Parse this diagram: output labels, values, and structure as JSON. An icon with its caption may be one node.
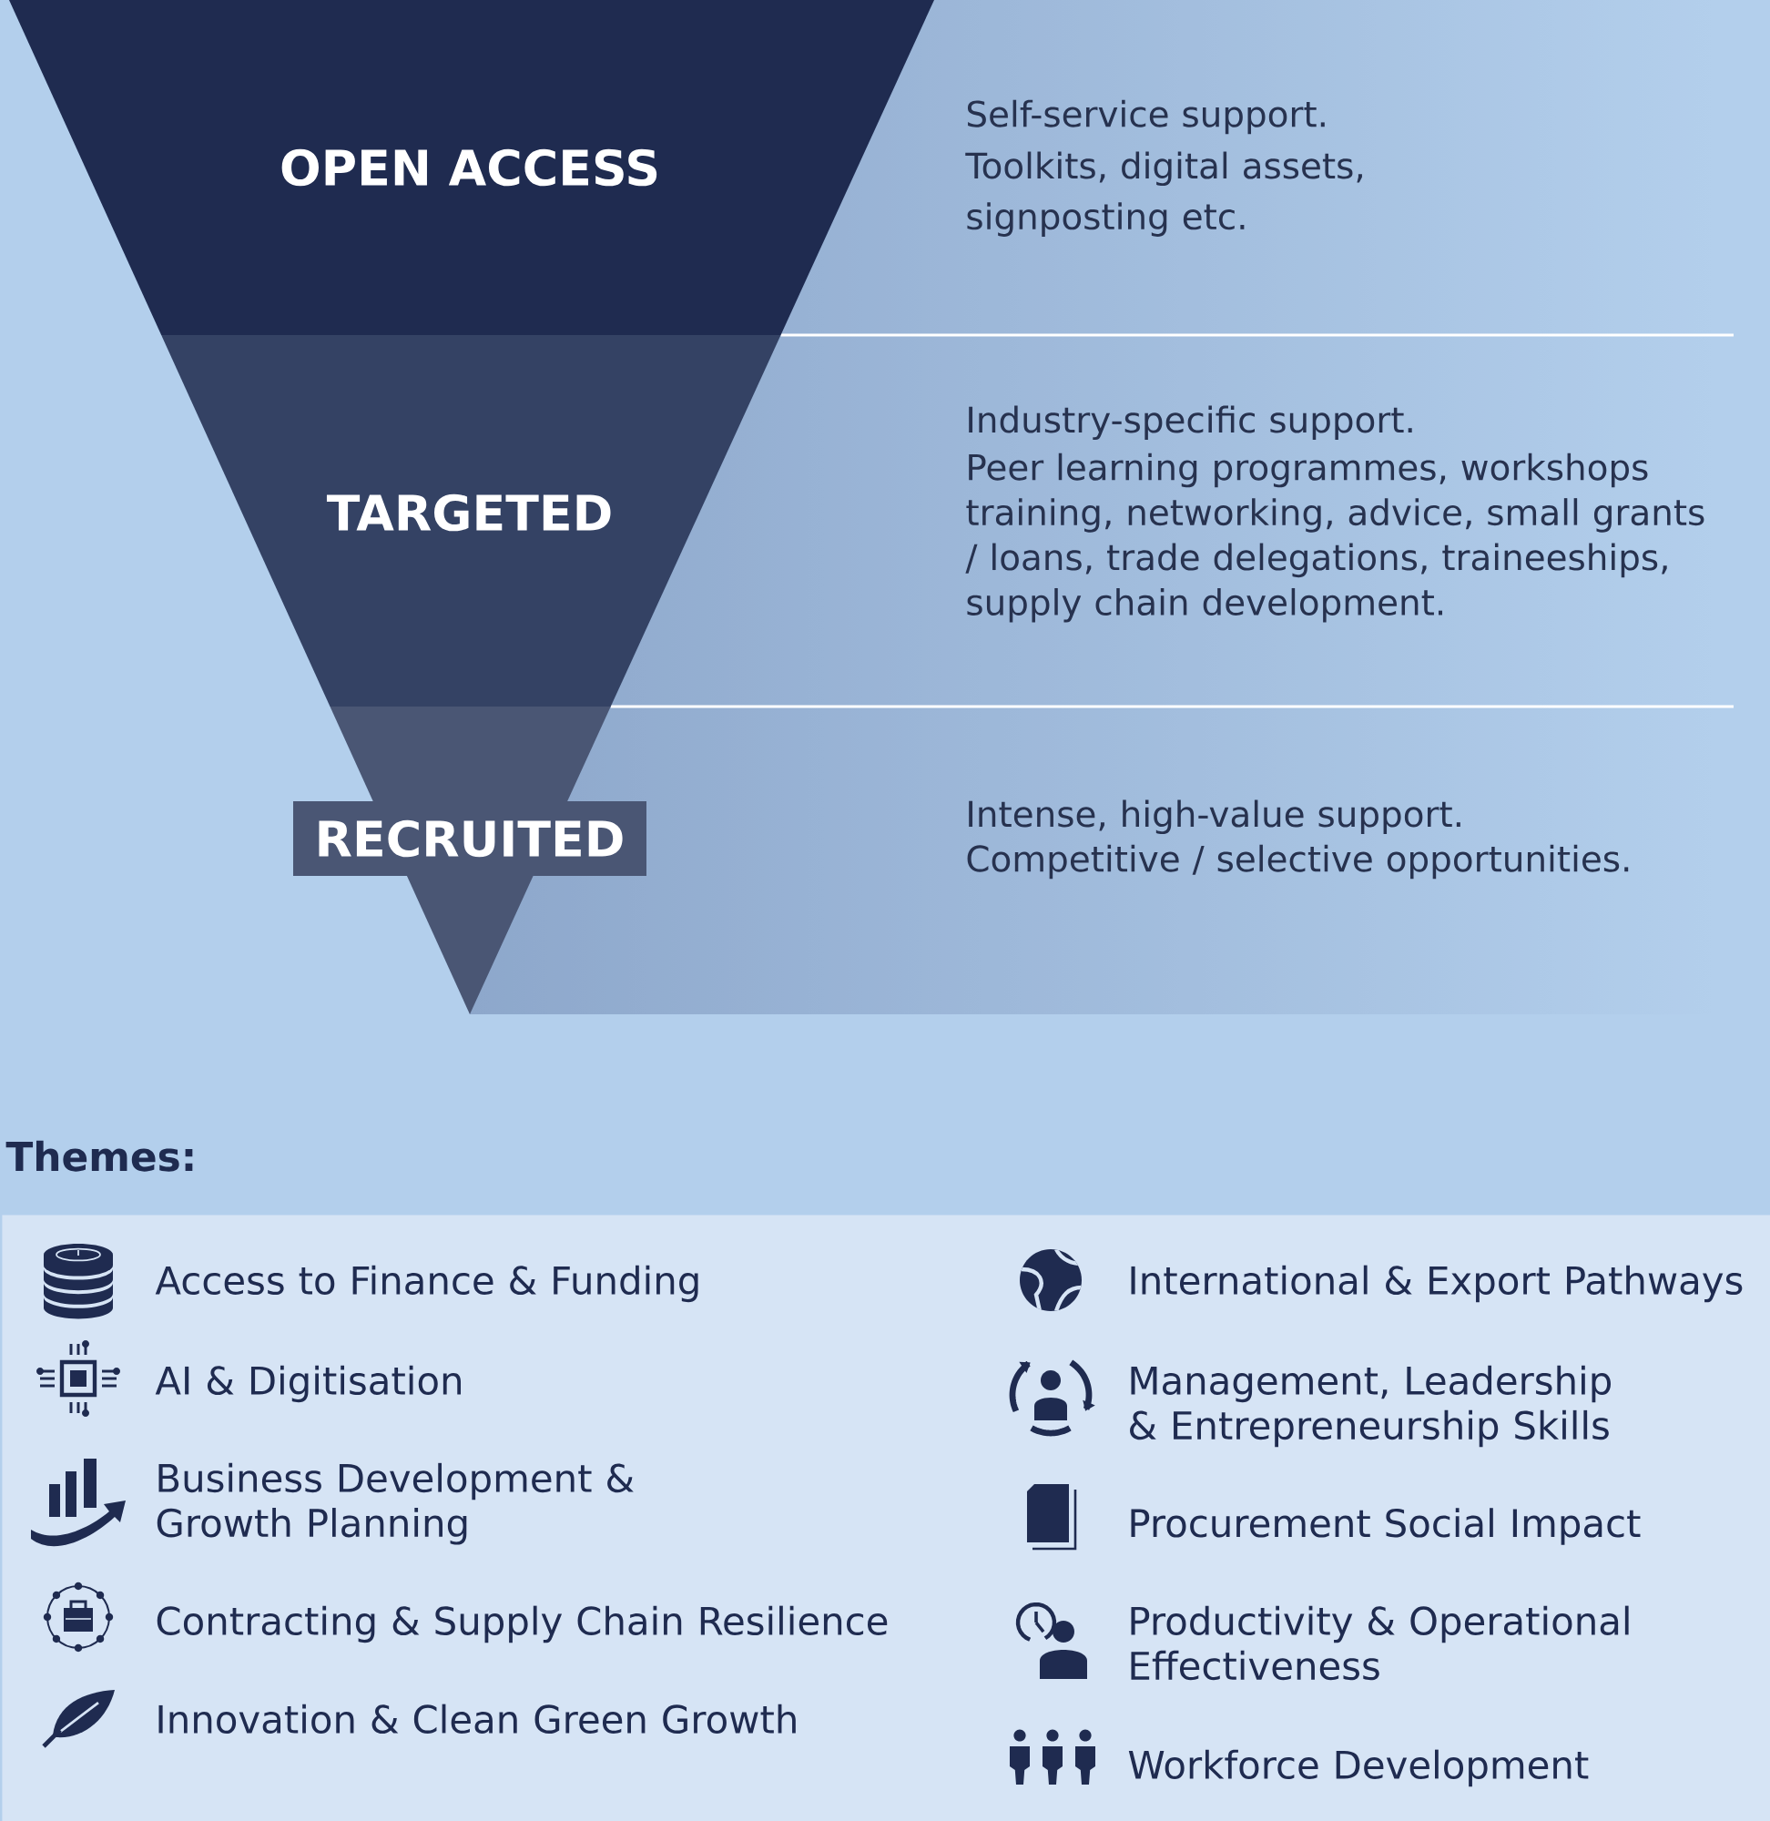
{
  "diagram": {
    "nodes": [
      {
        "text": [
          "OPEN ACCESS"
        ],
        "beside": [
          "Self-service support.",
          "Toolkits, digital assets, signposting etc."
        ]
      },
      {
        "text": [
          "TARGETED"
        ],
        "beside": [
          "Industry-specific support.",
          "Peer learning programmes, workshops training, networking, advice, small grants / loans, trade delegations, traineeships, supply chain development."
        ]
      },
      {
        "text": [
          "RECRUITED"
        ],
        "beside": [
          "Intense, high-value support.",
          "Competitive / selective opportunities."
        ]
      },
      {
        "text": [
          "Themes:"
        ]
      }
    ],
    "labels": [
      "Access to Finance & Funding",
      "AI & Digitisation",
      "Business Development & Growth Planning",
      "Contracting & Supply Chain Resilience",
      "Innovation & Clean Green Growth",
      "International & Export Pathways",
      "Management, Leadership & Entrepreneurship Skills",
      "Procurement Social Impact",
      "Productivity & Operational Effectiveness",
      "Workforce Development"
    ]
  }
}
